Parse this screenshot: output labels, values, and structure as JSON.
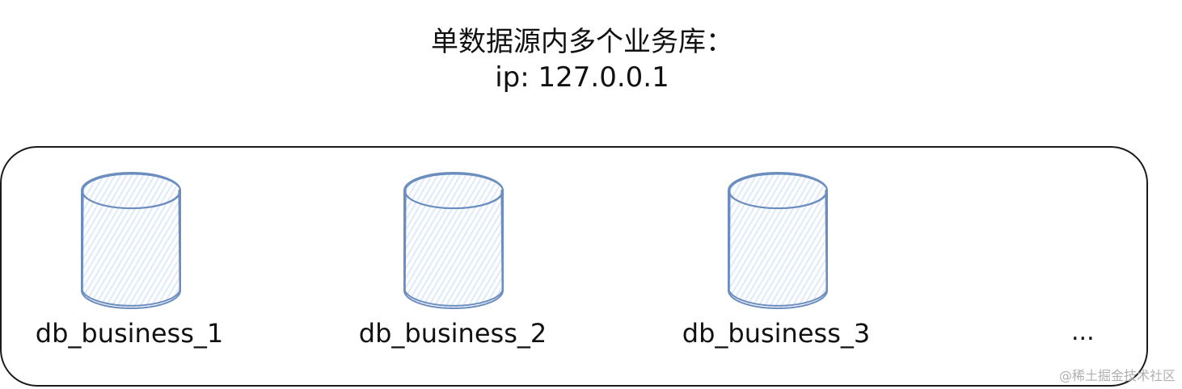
{
  "title": {
    "line1": "单数据源内多个业务库：",
    "line2": "ip: 127.0.0.1"
  },
  "databases": [
    {
      "label": "db_business_1"
    },
    {
      "label": "db_business_2"
    },
    {
      "label": "db_business_3"
    }
  ],
  "more": "...",
  "watermark": "@稀土掘金技术社区",
  "colors": {
    "db_stroke": "#6c8ebf",
    "db_fill": "#dae8fc",
    "box_stroke": "#1a1a1a",
    "text": "#111111"
  }
}
